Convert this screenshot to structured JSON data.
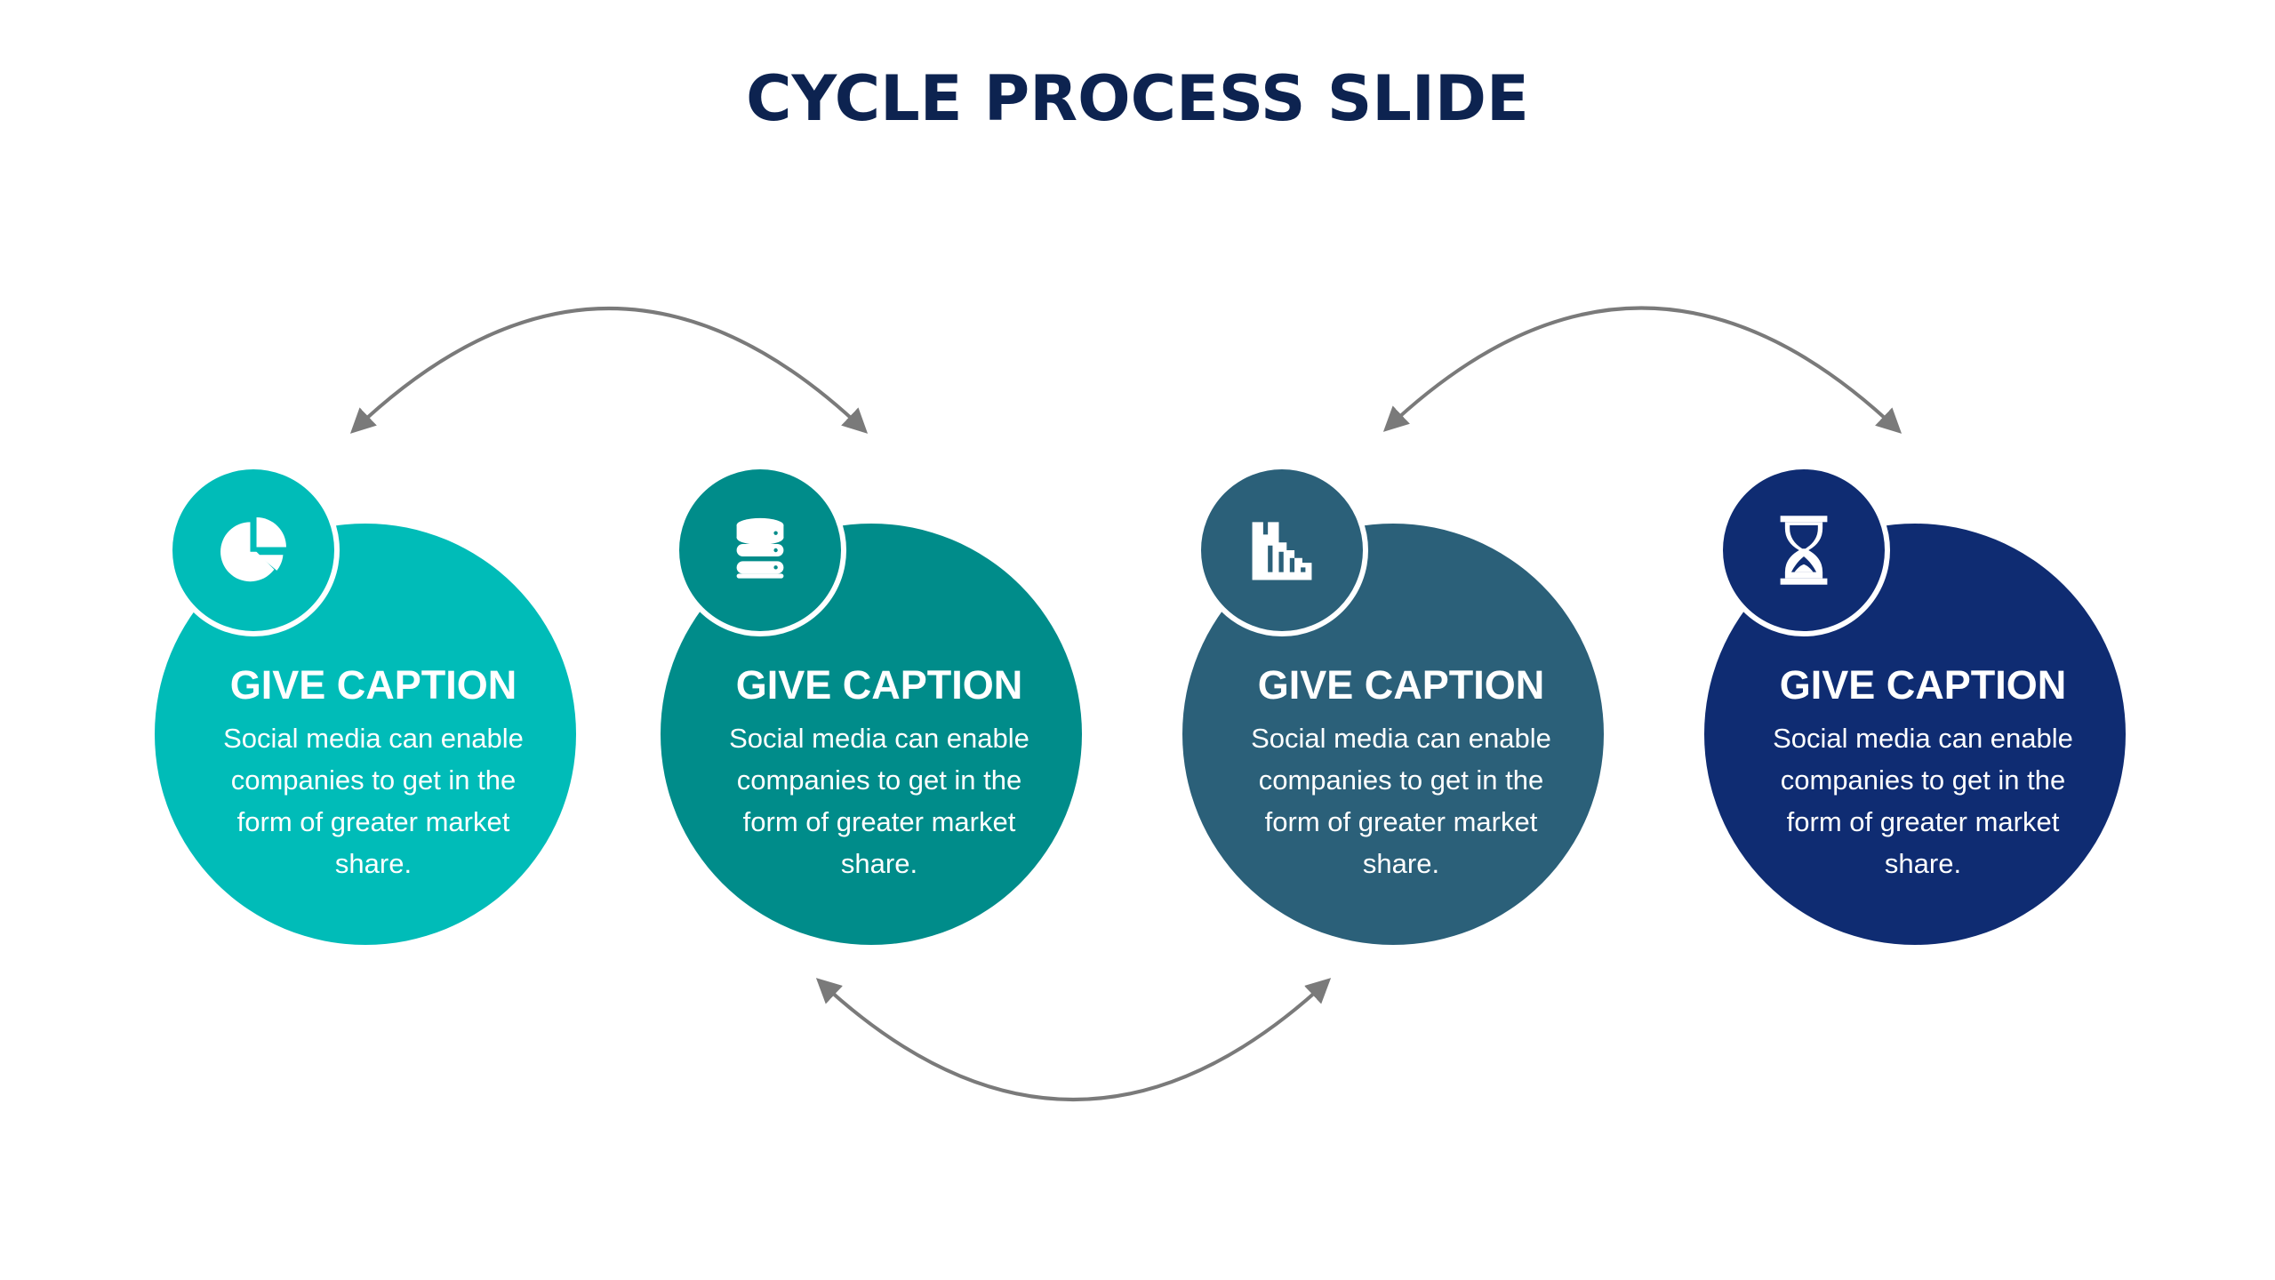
{
  "title": "CYCLE PROCESS SLIDE",
  "colors": {
    "title": "#0d2350",
    "arrow": "#7a7a7a",
    "step1": "#00bcb8",
    "step2": "#008c8a",
    "step3": "#2b6079",
    "step4": "#0f2c72"
  },
  "steps": [
    {
      "icon": "pie-chart-icon",
      "caption": "GIVE CAPTION",
      "text": "Social media can enable companies to get in the form of greater market share."
    },
    {
      "icon": "database-icon",
      "caption": "GIVE CAPTION",
      "text": "Social media can enable companies to get in the form of greater market share."
    },
    {
      "icon": "factory-icon",
      "caption": "GIVE CAPTION",
      "text": "Social media can enable companies to get in the form of greater market share."
    },
    {
      "icon": "hourglass-icon",
      "caption": "GIVE CAPTION",
      "text": "Social media can enable companies to get in the form of greater market share."
    }
  ]
}
